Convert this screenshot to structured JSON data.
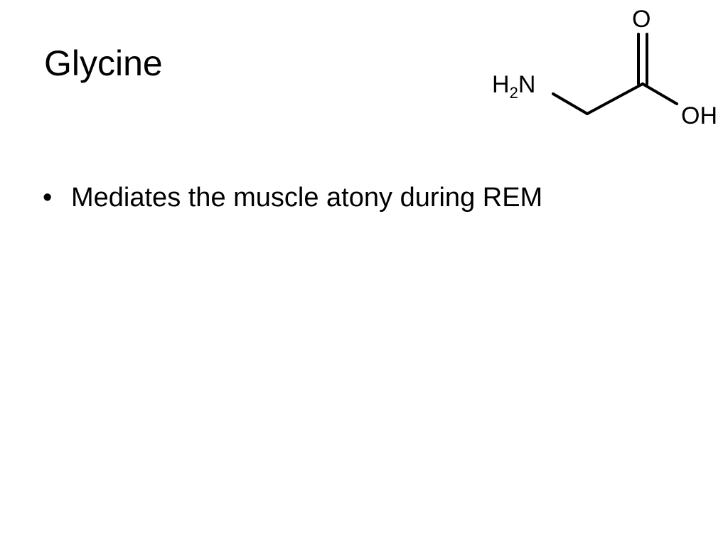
{
  "slide": {
    "title": "Glycine",
    "bullets": [
      "Mediates the muscle atony during REM"
    ],
    "bullet_symbol": "•"
  },
  "structure": {
    "amine_h": "H",
    "amine_sub": "2",
    "amine_n": "N",
    "carbonyl_o": "O",
    "hydroxyl": "OH"
  }
}
